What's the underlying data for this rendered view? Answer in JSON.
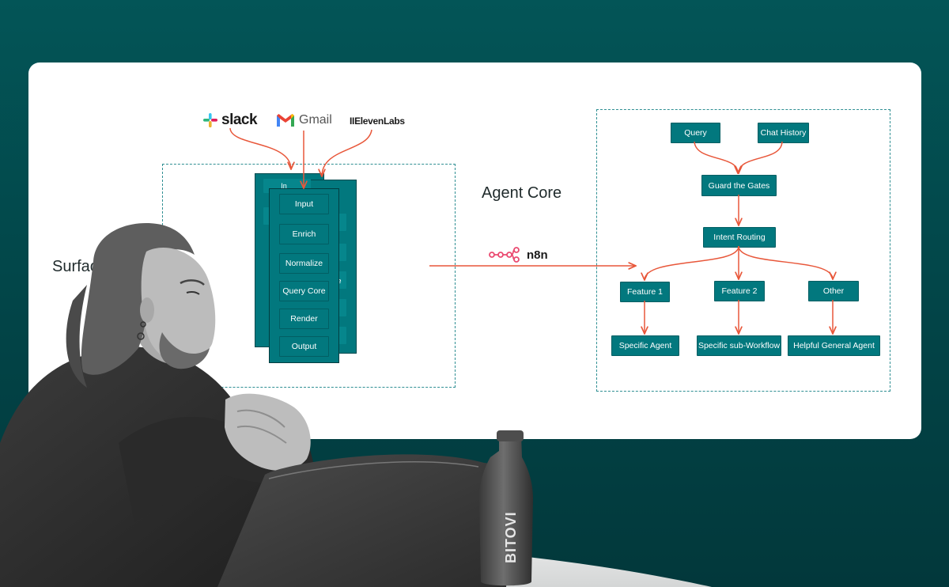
{
  "diagram": {
    "labels": {
      "surface": "Surface",
      "agent_core": "Agent Core"
    },
    "integrations": {
      "slack": "slack",
      "gmail": "Gmail",
      "elevenlabs": "IIElevenLabs",
      "n8n": "n8n"
    },
    "pipeline": {
      "back_fragment": "In",
      "back_fragment_2": "e",
      "steps": [
        "Input",
        "Enrich",
        "Normalize",
        "Query Core",
        "Render",
        "Output"
      ]
    },
    "agent_flow": {
      "query": "Query",
      "chat_history": "Chat History",
      "guard": "Guard the Gates",
      "intent_routing": "Intent Routing",
      "features": [
        "Feature 1",
        "Feature 2",
        "Other"
      ],
      "outcomes": [
        "Specific Agent",
        "Specific sub-Workflow",
        "Helpful General Agent"
      ]
    },
    "colors": {
      "node": "#02787e",
      "arrow": "#e8573a",
      "dashed": "#2f8f93",
      "background": "#035557"
    }
  },
  "bottle": {
    "brand": "BITOVI"
  }
}
